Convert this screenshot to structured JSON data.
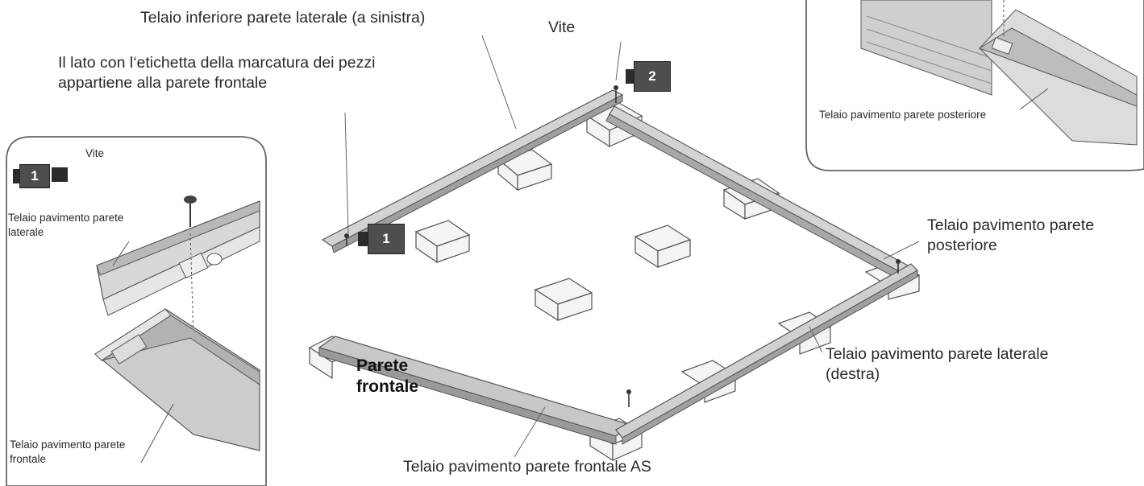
{
  "labels": {
    "top_left_frame": "Telaio inferiore parete laterale (a sinistra)",
    "screw_top": "Vite",
    "marking_line1": "Il lato con l‘etichetta della marcatura dei pezzi",
    "marking_line2": "appartiene alla parete frontale",
    "rear_frame_line1": "Telaio pavimento parete",
    "rear_frame_line2": "posteriore",
    "side_right_line1": "Telaio pavimento parete laterale",
    "side_right_line2": "(destra)",
    "front_wall_line1": "Parete",
    "front_wall_line2": "frontale",
    "front_frame_as": "Telaio pavimento parete frontale AS"
  },
  "left_inset": {
    "screw": "Vite",
    "side_frame_line1": "Telaio pavimento parete",
    "side_frame_line2": "laterale",
    "front_frame_line1": "Telaio pavimento parete",
    "front_frame_line2": "frontale",
    "step_number": "1"
  },
  "right_inset": {
    "rear_frame": "Telaio pavimento parete posteriore"
  },
  "steps": {
    "step1": "1",
    "step2": "2"
  },
  "colors": {
    "line": "#555555",
    "rail_fill": "#cfcfcf",
    "badge_fill": "#4e4e4e",
    "panel_border": "#666666"
  }
}
